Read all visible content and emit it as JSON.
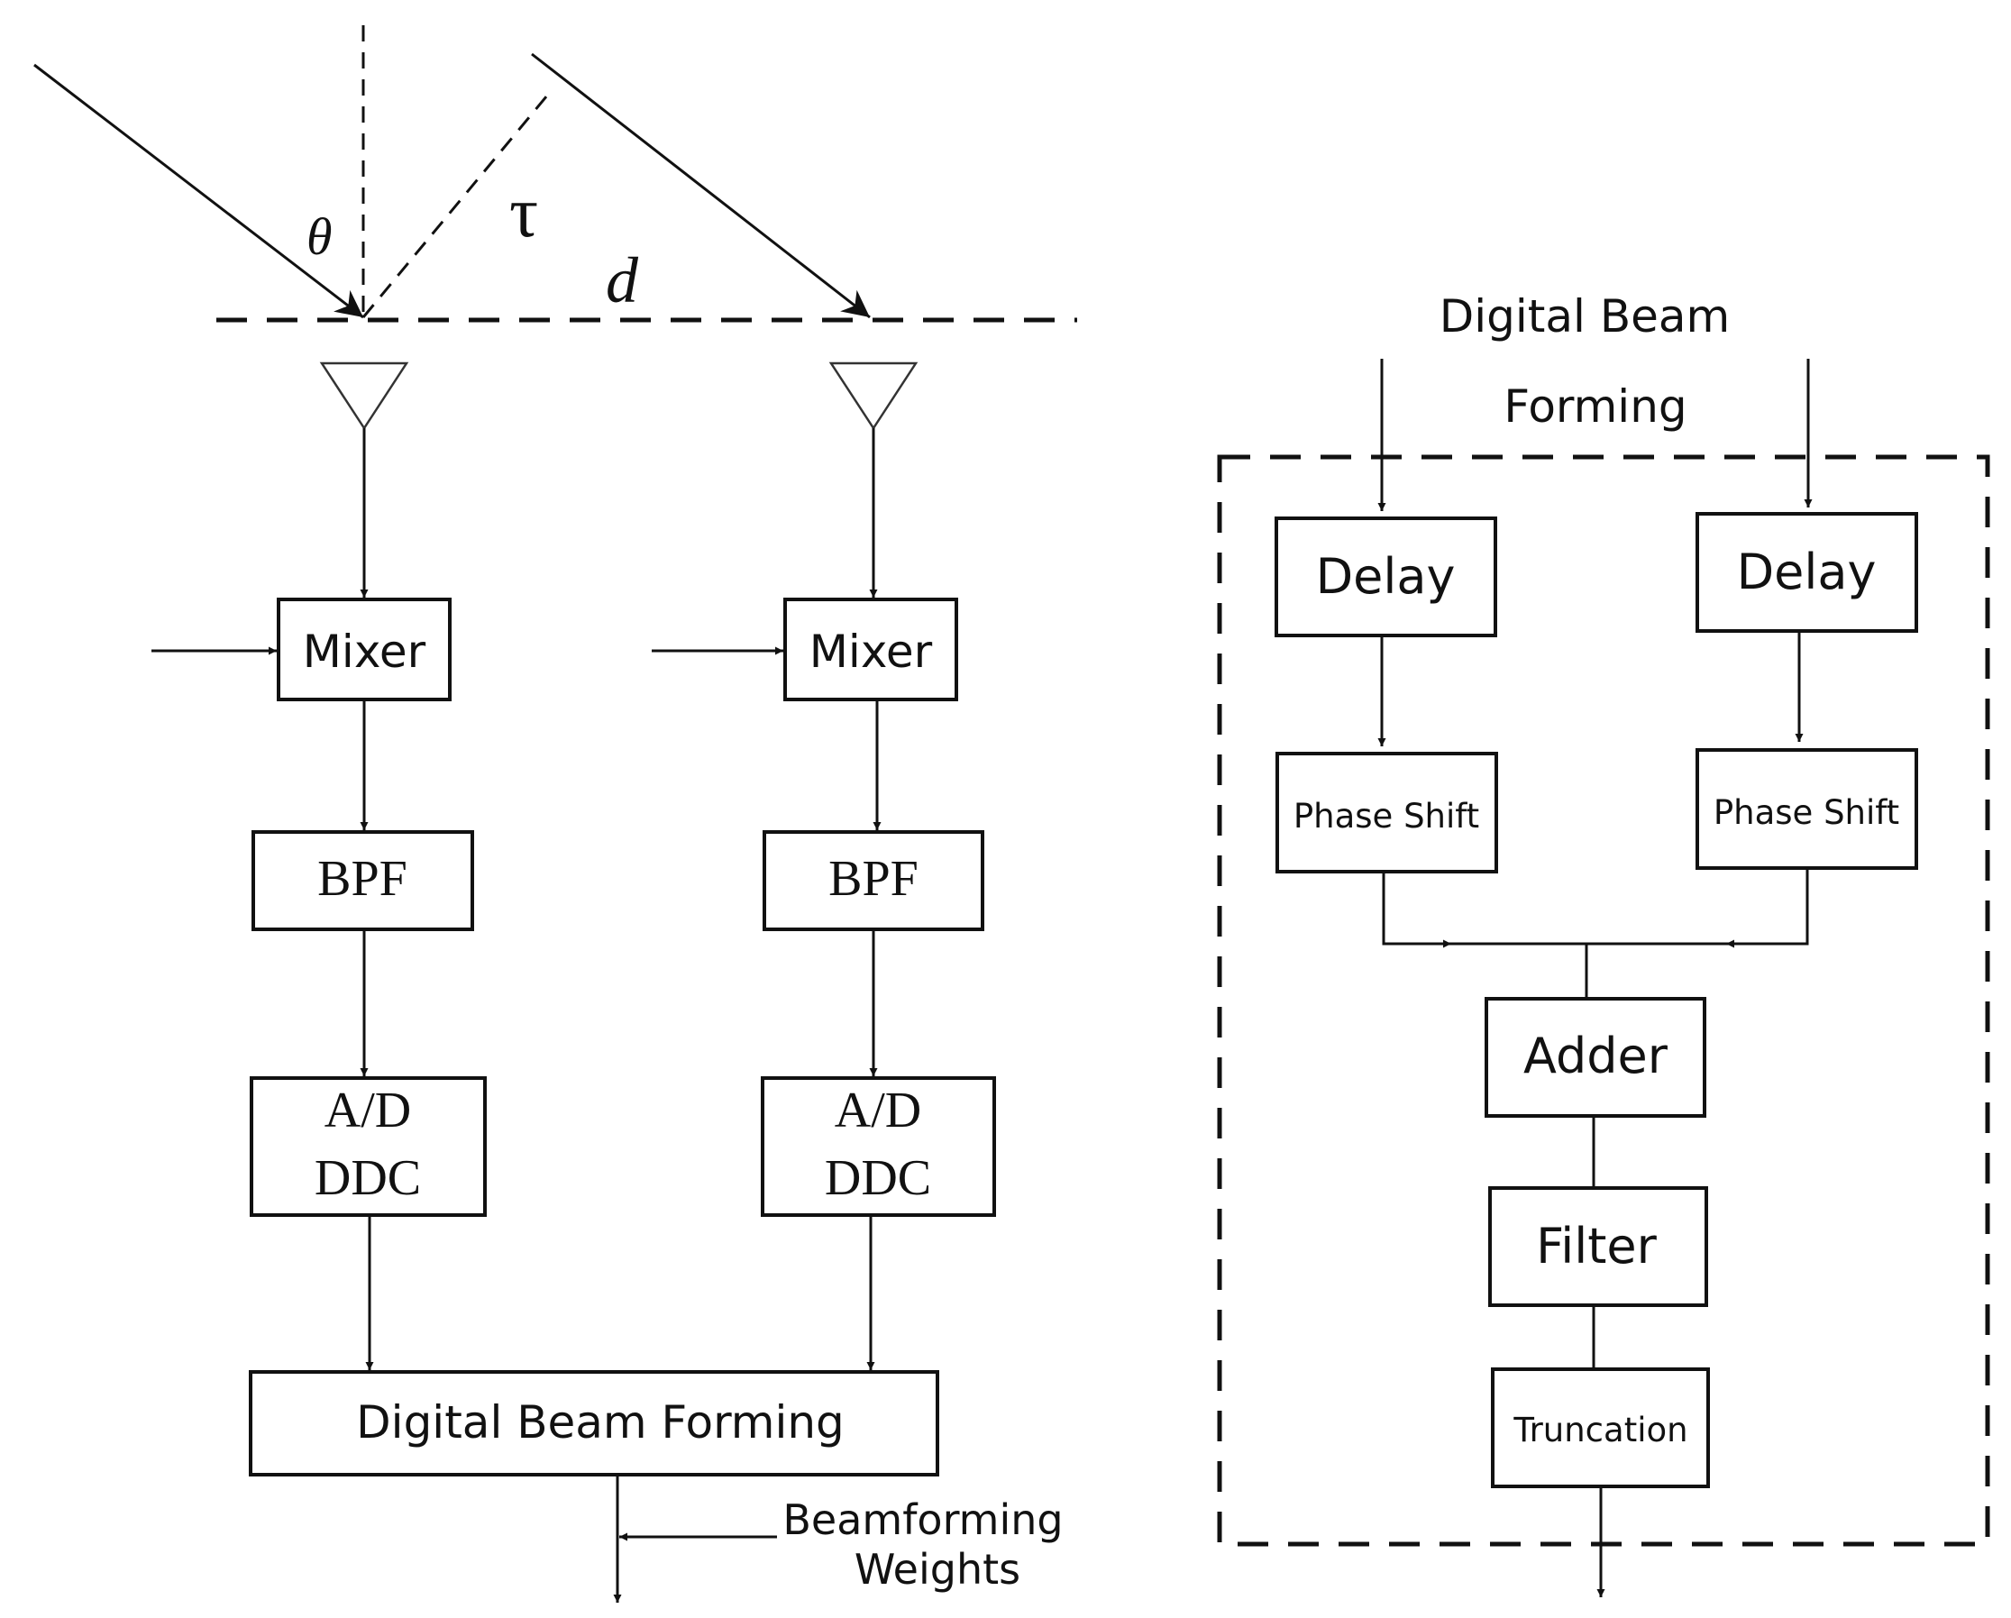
{
  "left": {
    "symbols": {
      "theta": "θ",
      "tau": "τ",
      "d": "d"
    },
    "channels": [
      {
        "mixer": "Mixer",
        "bpf": "BPF",
        "adc_line1": "A/D",
        "adc_line2": "DDC"
      },
      {
        "mixer": "Mixer",
        "bpf": "BPF",
        "adc_line1": "A/D",
        "adc_line2": "DDC"
      }
    ],
    "dbf_box": "Digital Beam Forming",
    "weights_line1": "Beamforming",
    "weights_line2": "Weights"
  },
  "right": {
    "title_line1": "Digital Beam",
    "title_line2": "Forming",
    "branches": [
      {
        "delay": "Delay",
        "phase": "Phase Shift"
      },
      {
        "delay": "Delay",
        "phase": "Phase Shift"
      }
    ],
    "adder": "Adder",
    "filter": "Filter",
    "truncation": "Truncation"
  }
}
